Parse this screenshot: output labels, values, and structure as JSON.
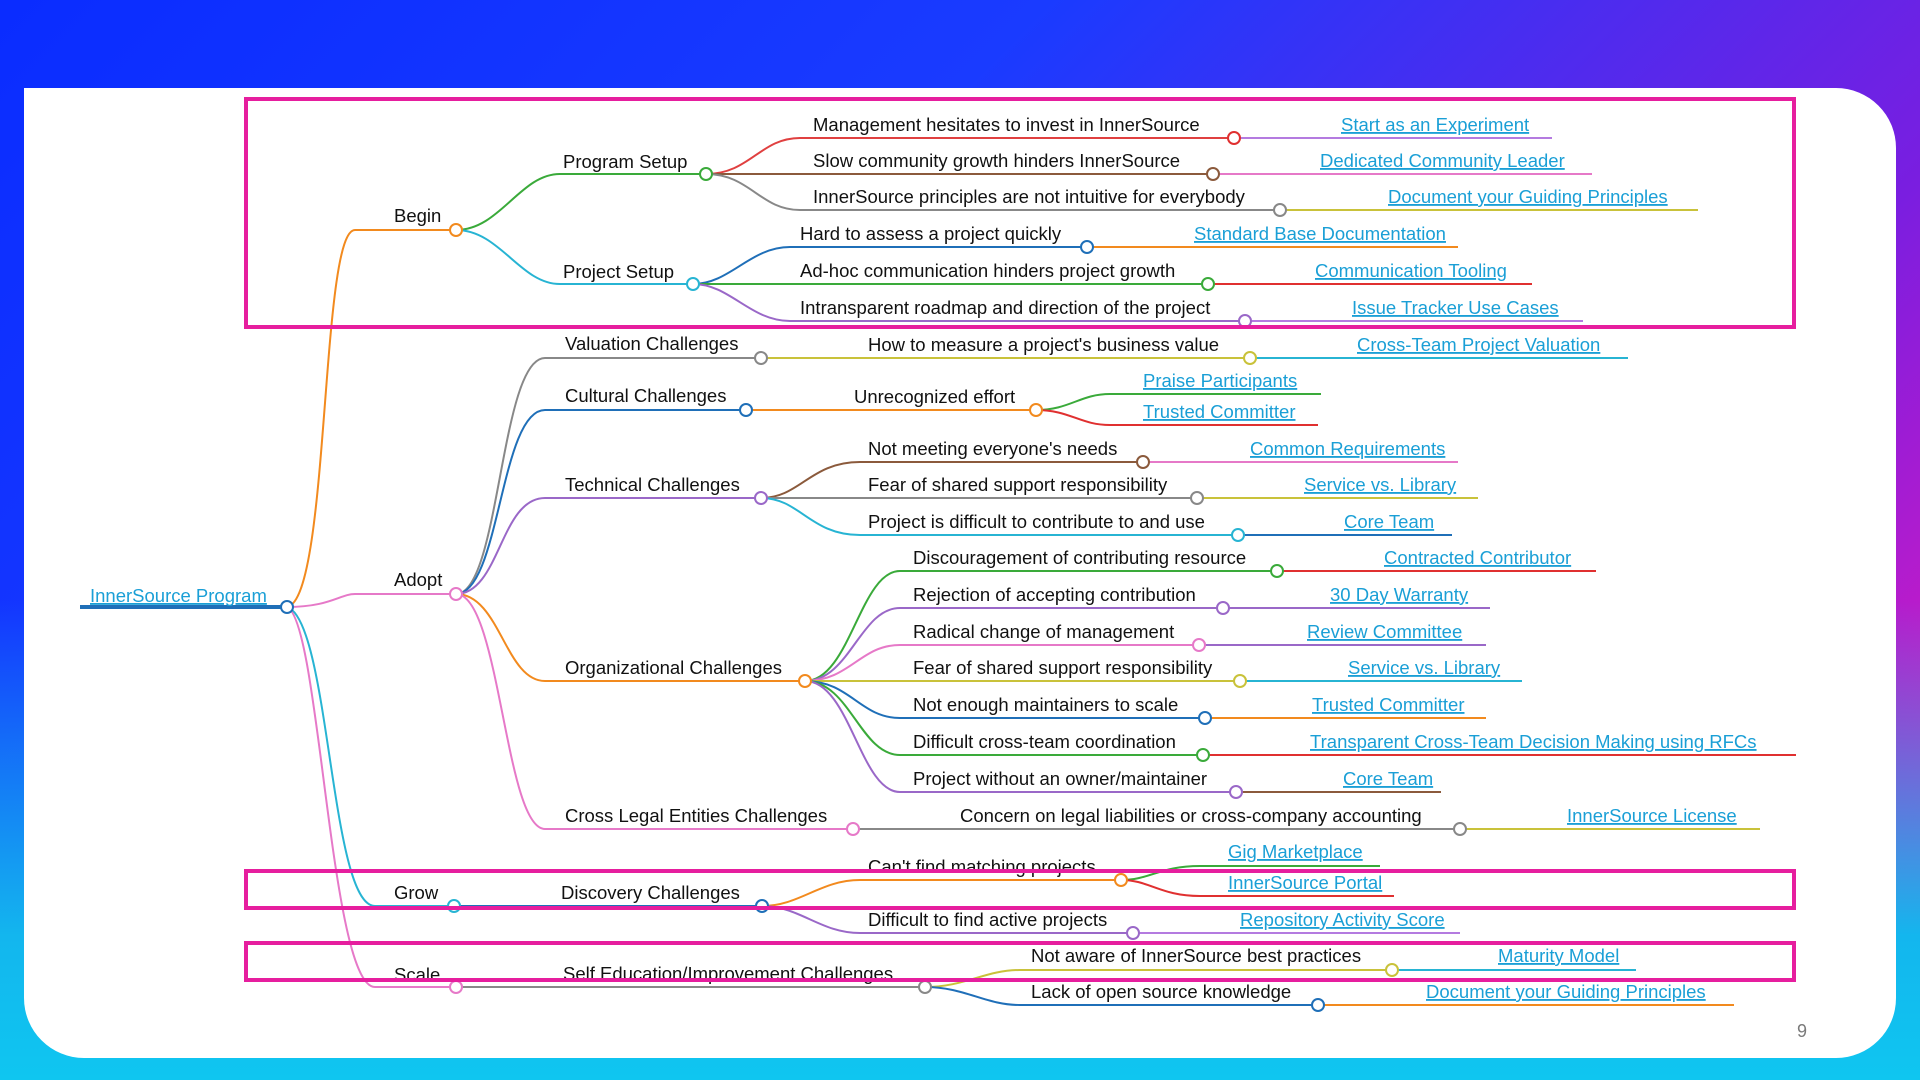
{
  "page_number": "9",
  "colors": {
    "highlight": "#e61e9e",
    "link": "#1a9fd6"
  },
  "mindmap": {
    "root": "InnerSource Program",
    "begin": {
      "label": "Begin",
      "program_setup": {
        "label": "Program Setup",
        "items": [
          {
            "challenge": "Management hesitates to invest in InnerSource",
            "pattern": "Start as an Experiment"
          },
          {
            "challenge": "Slow community growth hinders InnerSource",
            "pattern": "Dedicated Community Leader"
          },
          {
            "challenge": "InnerSource principles are not intuitive for everybody",
            "pattern": "Document your Guiding Principles"
          }
        ]
      },
      "project_setup": {
        "label": "Project Setup",
        "items": [
          {
            "challenge": "Hard to assess a project quickly",
            "pattern": "Standard Base Documentation"
          },
          {
            "challenge": "Ad-hoc communication hinders project growth",
            "pattern": "Communication Tooling"
          },
          {
            "challenge": "Intransparent roadmap and direction of the project",
            "pattern": "Issue Tracker Use Cases"
          }
        ]
      }
    },
    "adopt": {
      "label": "Adopt",
      "valuation": {
        "label": "Valuation Challenges",
        "items": [
          {
            "challenge": "How to measure a project's business value",
            "pattern": "Cross-Team Project Valuation"
          }
        ]
      },
      "cultural": {
        "label": "Cultural Challenges",
        "challenge": "Unrecognized effort",
        "patterns": [
          "Praise Participants",
          "Trusted Committer"
        ]
      },
      "technical": {
        "label": "Technical Challenges",
        "items": [
          {
            "challenge": "Not meeting everyone's needs",
            "pattern": "Common Requirements"
          },
          {
            "challenge": "Fear of shared support responsibility",
            "pattern": "Service vs. Library"
          },
          {
            "challenge": "Project is difficult to contribute to and use",
            "pattern": "Core Team"
          }
        ]
      },
      "organizational": {
        "label": "Organizational Challenges",
        "items": [
          {
            "challenge": "Discouragement of contributing resource",
            "pattern": "Contracted Contributor"
          },
          {
            "challenge": "Rejection of accepting contribution",
            "pattern": "30 Day Warranty"
          },
          {
            "challenge": "Radical change of management",
            "pattern": "Review Committee"
          },
          {
            "challenge": "Fear of shared support responsibility",
            "pattern": "Service vs. Library"
          },
          {
            "challenge": "Not enough maintainers to scale",
            "pattern": "Trusted Committer"
          },
          {
            "challenge": "Difficult cross-team coordination",
            "pattern": "Transparent Cross-Team Decision Making using RFCs"
          },
          {
            "challenge": "Project without an owner/maintainer",
            "pattern": "Core Team"
          }
        ]
      },
      "legal": {
        "label": "Cross Legal Entities Challenges",
        "items": [
          {
            "challenge": "Concern on legal liabilities or cross-company accounting",
            "pattern": "InnerSource License"
          }
        ]
      }
    },
    "grow": {
      "label": "Grow",
      "discovery": {
        "label": "Discovery Challenges",
        "challenge_1": "Can't find matching projects",
        "patterns_1": [
          "Gig Marketplace",
          "InnerSource Portal"
        ],
        "challenge_2": "Difficult to find active projects",
        "pattern_2": "Repository Activity Score"
      }
    },
    "scale": {
      "label": "Scale",
      "self_education": {
        "label": "Self Education/Improvement Challenges",
        "items": [
          {
            "challenge": "Not aware of InnerSource best practices",
            "pattern": "Maturity Model"
          },
          {
            "challenge": "Lack of open source knowledge",
            "pattern": "Document your Guiding Principles"
          }
        ]
      }
    }
  }
}
